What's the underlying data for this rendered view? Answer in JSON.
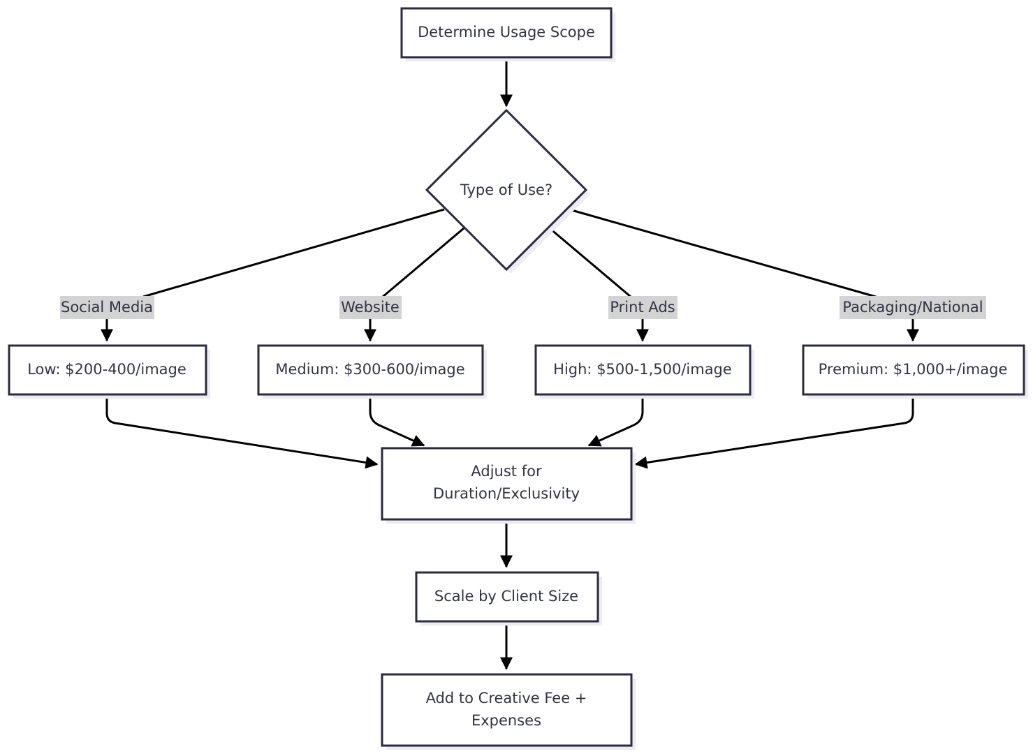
{
  "nodes": {
    "start": "Determine Usage Scope",
    "decision": "Type of Use?",
    "low": "Low: $200-400/image",
    "medium": "Medium: $300-600/image",
    "high": "High: $500-1,500/image",
    "premium": "Premium: $1,000+/image",
    "adjust_line1": "Adjust for",
    "adjust_line2": "Duration/Exclusivity",
    "scale": "Scale by Client Size",
    "add_line1": "Add to Creative Fee +",
    "add_line2": "Expenses"
  },
  "edge_labels": {
    "social": "Social Media",
    "website": "Website",
    "print": "Print Ads",
    "packaging": "Packaging/National"
  },
  "colors": {
    "node_fill": "#ffffff",
    "node_stroke": "#2b2a3e",
    "edge": "#000000",
    "label_bg": "#d3d3d3",
    "text": "#333344"
  }
}
